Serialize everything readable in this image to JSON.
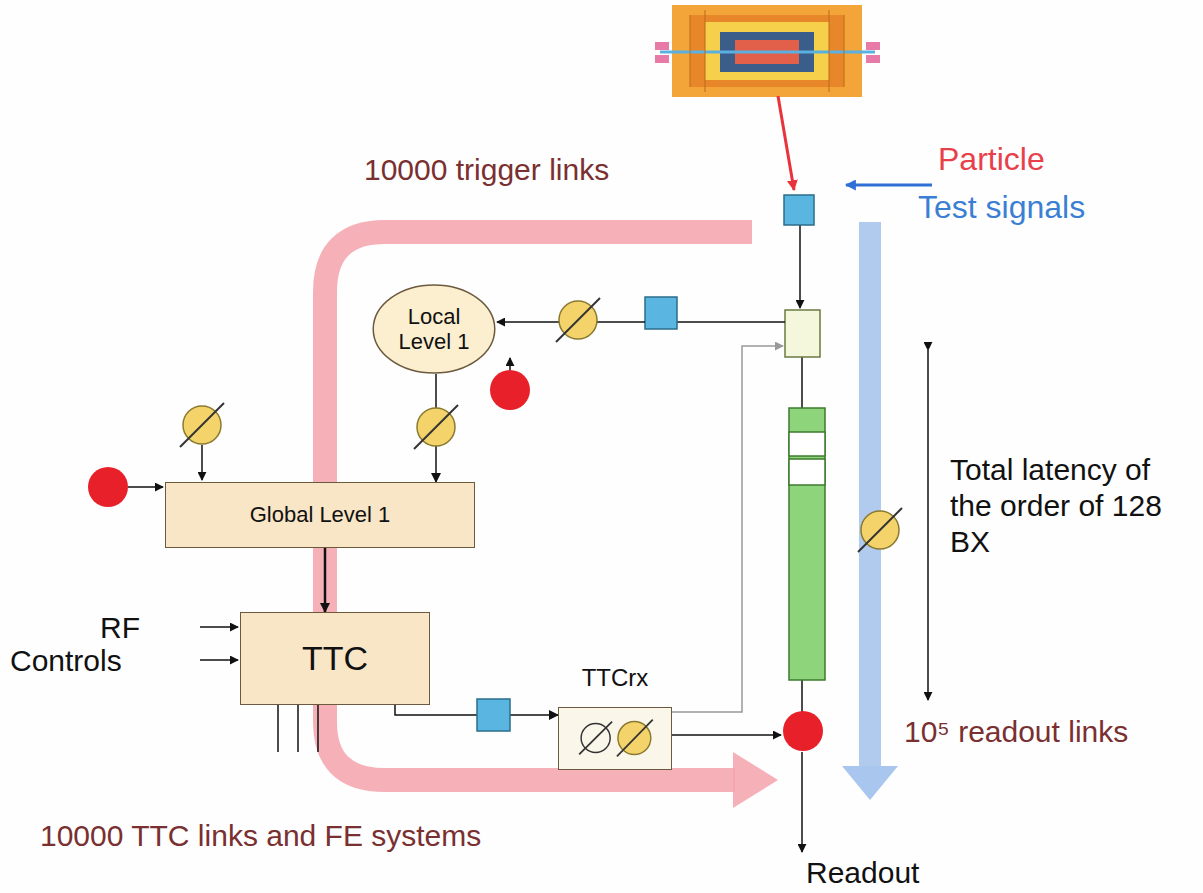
{
  "diagram": {
    "nodes": [
      {
        "text": [
          "Local Level 1"
        ]
      },
      {
        "text": [
          "Global Level 1"
        ]
      },
      {
        "text": [
          "TTC"
        ]
      },
      {
        "text": [
          "TTCrx"
        ]
      }
    ],
    "edges": [
      {
        "from": 0,
        "to": 1,
        "arrow": "to"
      },
      {
        "from": 1,
        "to": 2,
        "arrow": "to"
      },
      {
        "from": 2,
        "to": 3,
        "arrow": "to"
      }
    ],
    "labels": [
      "10000 trigger links",
      "Particle",
      "Test signals",
      "Total latency of the order of 128 BX",
      "RF",
      "Controls",
      "10⁵ readout links",
      "10000 TTC links and FE systems",
      "Readout"
    ]
  }
}
